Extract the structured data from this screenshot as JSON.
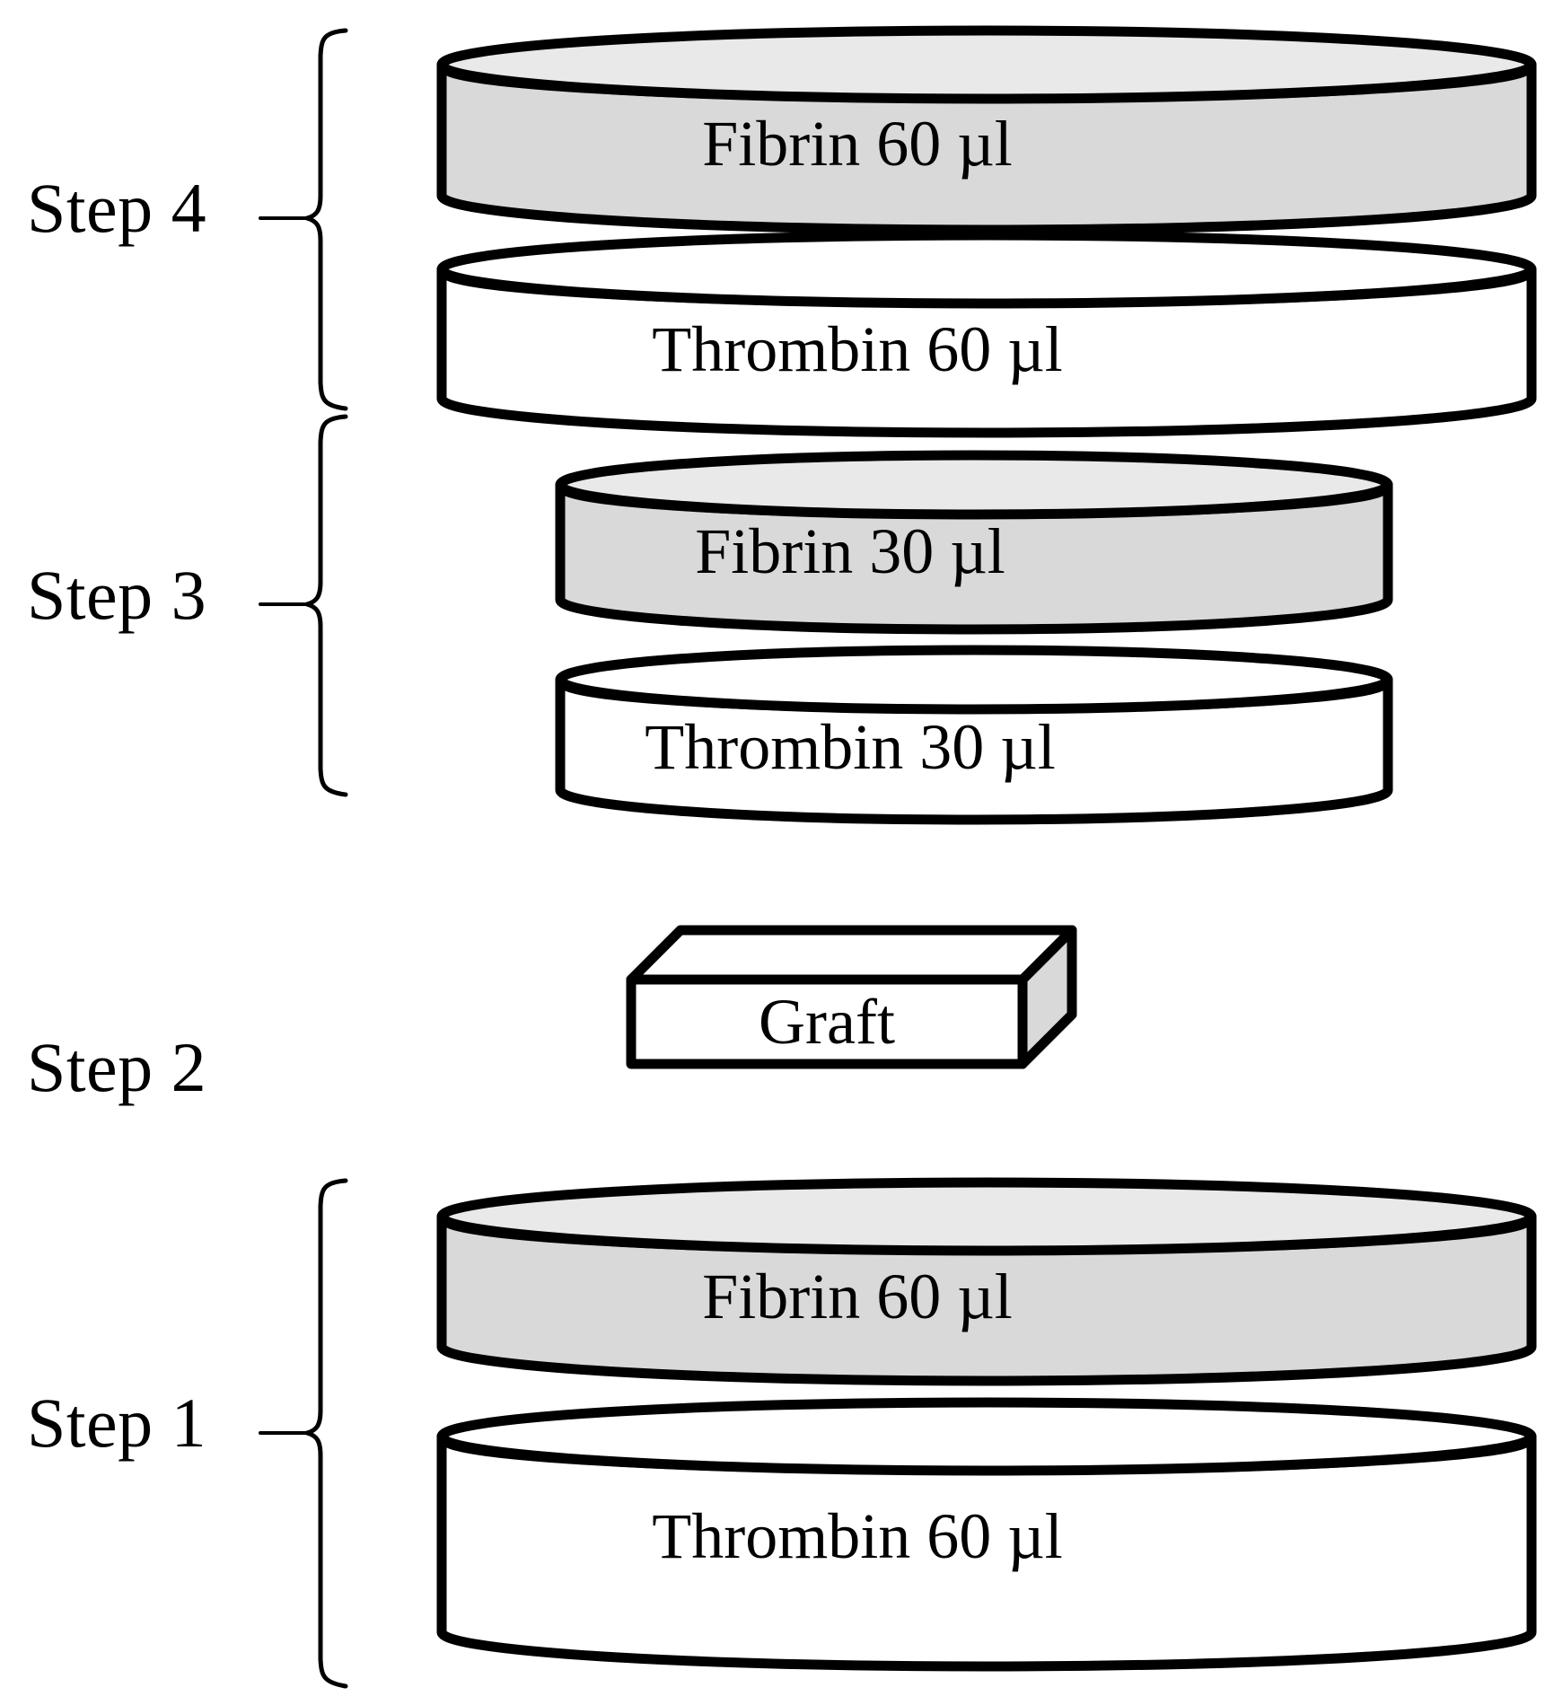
{
  "figure": {
    "type": "process-diagram",
    "background_color": "#ffffff",
    "stroke_color": "#000000",
    "fill_gray": "#d9d9d9",
    "fill_white": "#ffffff"
  },
  "steps": [
    {
      "id": "step-4",
      "label": "Step 4",
      "has_brace": true,
      "layers": [
        {
          "id": "fibrin-60-top",
          "text": "Fibrin 60 µl",
          "shape": "cylinder",
          "fill": "gray",
          "size": "large"
        },
        {
          "id": "thrombin-60-top",
          "text": "Thrombin 60 µl",
          "shape": "cylinder",
          "fill": "white",
          "size": "large"
        }
      ]
    },
    {
      "id": "step-3",
      "label": "Step 3",
      "has_brace": true,
      "layers": [
        {
          "id": "fibrin-30",
          "text": "Fibrin 30 µl",
          "shape": "cylinder",
          "fill": "gray",
          "size": "small"
        },
        {
          "id": "thrombin-30",
          "text": "Thrombin 30 µl",
          "shape": "cylinder",
          "fill": "white",
          "size": "small"
        }
      ]
    },
    {
      "id": "step-2",
      "label": "Step 2",
      "has_brace": false,
      "layers": [
        {
          "id": "graft",
          "text": "Graft",
          "shape": "box",
          "fill": "white",
          "size": "box"
        }
      ]
    },
    {
      "id": "step-1",
      "label": "Step 1",
      "has_brace": true,
      "layers": [
        {
          "id": "fibrin-60-bottom",
          "text": "Fibrin 60 µl",
          "shape": "cylinder",
          "fill": "gray",
          "size": "large"
        },
        {
          "id": "thrombin-60-bottom",
          "text": "Thrombin 60 µl",
          "shape": "cylinder",
          "fill": "white",
          "size": "large"
        }
      ]
    }
  ],
  "labels": {
    "step4": "Step 4",
    "step3": "Step 3",
    "step2": "Step 2",
    "step1": "Step 1",
    "fibrin60_top": "Fibrin 60 µl",
    "thrombin60_top": "Thrombin 60 µl",
    "fibrin30": "Fibrin 30 µl",
    "thrombin30": "Thrombin 30 µl",
    "graft": "Graft",
    "fibrin60_bottom": "Fibrin 60 µl",
    "thrombin60_bottom": "Thrombin 60 µl"
  }
}
